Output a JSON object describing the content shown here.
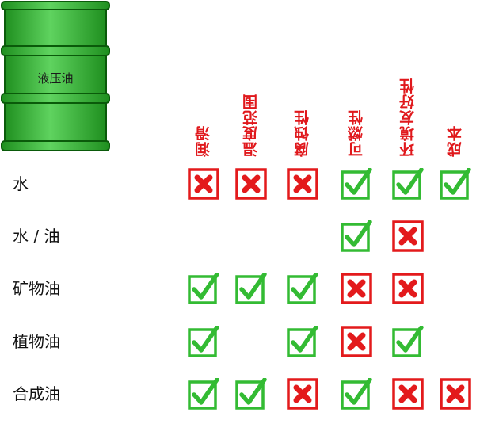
{
  "barrel": {
    "label": "液压油",
    "color": "#2bb02b"
  },
  "columns": [
    "润滑",
    "温度范围",
    "腐蚀性",
    "可燃性",
    "环境友好性",
    "成本"
  ],
  "rows": [
    {
      "label": "水",
      "marks": [
        "no",
        "no",
        "no",
        "yes",
        "yes",
        "yes"
      ]
    },
    {
      "label": "水 / 油",
      "marks": [
        "",
        "",
        "",
        "yes",
        "no",
        ""
      ]
    },
    {
      "label": "矿物油",
      "marks": [
        "yes",
        "yes",
        "yes",
        "no",
        "no",
        ""
      ]
    },
    {
      "label": "植物油",
      "marks": [
        "yes",
        "",
        "yes",
        "no",
        "yes",
        ""
      ]
    },
    {
      "label": "合成油",
      "marks": [
        "yes",
        "yes",
        "no",
        "yes",
        "no",
        "no"
      ]
    }
  ],
  "colors": {
    "header": "#e0181c",
    "yes": "#33bb33",
    "no": "#e31a1c"
  }
}
